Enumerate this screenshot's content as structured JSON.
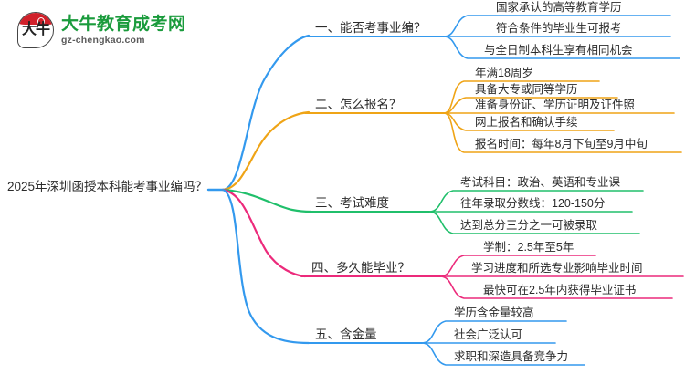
{
  "logo": {
    "mark_text": "大牛",
    "title": "大牛教育成考网",
    "domain": "gz-chengkao.com",
    "brand_green": "#1a9b3c",
    "brand_red": "#d1202a"
  },
  "mindmap": {
    "central_topic": "2025年深圳函授本科能考事业编吗？",
    "branches": [
      {
        "label": "一、能否考事业编？",
        "color": "#3399ee",
        "leaves": [
          "国家承认的高等教育学历",
          "符合条件的毕业生可报考",
          "与全日制本科生享有相同机会"
        ]
      },
      {
        "label": "二、怎么报名？",
        "color": "#efa416",
        "leaves": [
          "年满18周岁",
          "具备大专或同等学历",
          "准备身份证、学历证明及证件照",
          "网上报名和确认手续",
          "报名时间：每年8月下旬至9月中旬"
        ]
      },
      {
        "label": "三、考试难度",
        "color": "#20bf6b",
        "leaves": [
          "考试科目：政治、英语和专业课",
          "往年录取分数线：120-150分",
          "达到总分三分之一可被录取"
        ]
      },
      {
        "label": "四、多久能毕业？",
        "color": "#ec2a7b",
        "leaves": [
          "学制：2.5年至5年",
          "学习进度和所选专业影响毕业时间",
          "最快可在2.5年内获得毕业证书"
        ]
      },
      {
        "label": "五、含金量",
        "color": "#3399ee",
        "leaves": [
          "学历含金量较高",
          "社会广泛认可",
          "求职和深造具备竞争力"
        ]
      }
    ]
  }
}
